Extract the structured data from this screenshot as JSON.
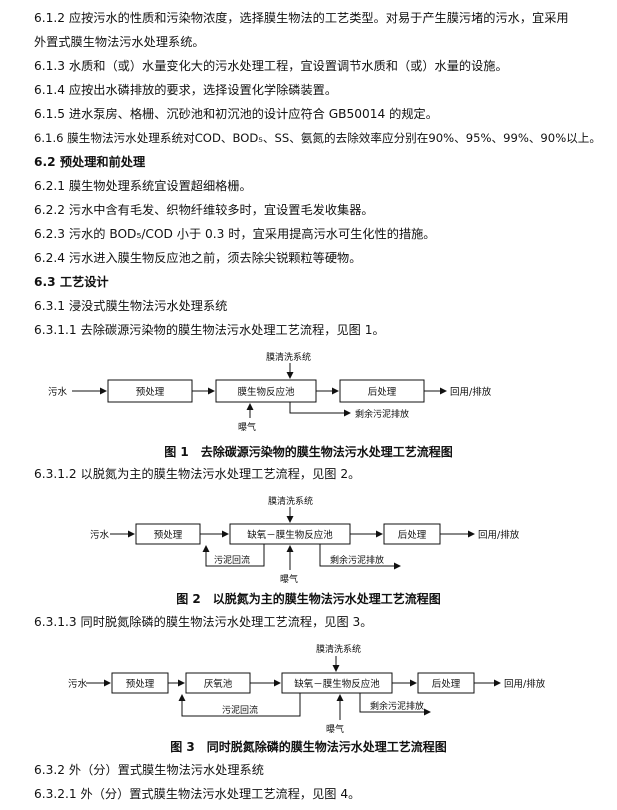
{
  "lines": [
    "6.1.2 应按污水的性质和污染物浓度，选择膜生物法的工艺类型。对易于产生膜污堵的污水，宜采用",
    "外置式膜生物法污水处理系统。",
    "6.1.3 水质和（或）水量变化大的污水处理工程，宜设置调节水质和（或）水量的设施。",
    "6.1.4 应按出水磷排放的要求，选择设置化学除磷装置。",
    "6.1.5 进水泵房、格栅、沉砂池和初沉池的设计应符合 GB50014 的规定。",
    "6.1.6 膜生物法污水处理系统对COD、BOD₅、SS、氨氮的去除效率应分别在90%、95%、99%、90%以上。",
    "6.2 预处理和前处理",
    "6.2.1 膜生物处理系统宜设置超细格栅。",
    "6.2.2 污水中含有毛发、织物纤维较多时，宜设置毛发收集器。",
    "6.2.3 污水的 BOD₅/COD 小于 0.3 时，宜采用提高污水可生化性的措施。",
    "6.2.4 污水进入膜生物反应池之前，须去除尖锐颗粒等硬物。",
    "6.3 工艺设计",
    "6.3.1 浸没式膜生物法污水处理系统",
    "6.3.1.1 去除碳源污染物的膜生物法污水处理工艺流程，见图 1。"
  ],
  "fig1": {
    "inflow": "污水",
    "pre": "预处理",
    "reactor": "膜生物反应池",
    "post": "后处理",
    "outflow": "回用/排放",
    "cleaning": "膜清洗系统",
    "sludge": "剩余污泥排放",
    "aeration": "曝气",
    "caption": "图 1　去除碳源污染物的膜生物法污水处理工艺流程图"
  },
  "para2": "6.3.1.2 以脱氮为主的膜生物法污水处理工艺流程，见图 2。",
  "fig2": {
    "inflow": "污水",
    "pre": "预处理",
    "reactor": "缺氧－膜生物反应池",
    "post": "后处理",
    "outflow": "回用/排放",
    "cleaning": "膜清洗系统",
    "sludge": "剩余污泥排放",
    "aeration": "曝气",
    "return": "污泥回流",
    "caption": "图 2　以脱氮为主的膜生物法污水处理工艺流程图"
  },
  "para3": "6.3.1.3 同时脱氮除磷的膜生物法污水处理工艺流程，见图 3。",
  "fig3": {
    "inflow": "污水",
    "pre": "预处理",
    "anaerobic": "厌氧池",
    "reactor": "缺氧－膜生物反应池",
    "post": "后处理",
    "outflow": "回用/排放",
    "cleaning": "膜清洗系统",
    "sludge": "剩余污泥排放",
    "aeration": "曝气",
    "return": "污泥回流",
    "caption": "图 3　同时脱氮除磷的膜生物法污水处理工艺流程图"
  },
  "tail": [
    "6.3.2 外（分）置式膜生物法污水处理系统",
    "6.3.2.1 外（分）置式膜生物法污水处理工艺流程，见图 4。"
  ]
}
